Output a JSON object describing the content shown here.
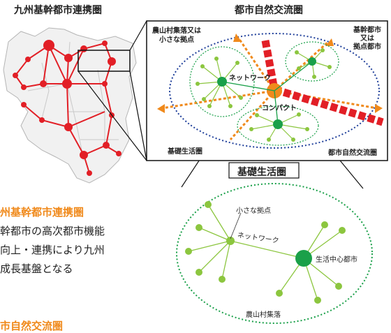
{
  "map_panel": {
    "title": "九州基幹都市連携圏"
  },
  "urban_panel": {
    "title": "都市自然交流圏",
    "label_rural": "農山村集落又は\n小さな拠点",
    "label_base_city": "基幹都市\n又は\n拠点都市",
    "label_network": "ネットワーク",
    "label_compact": "コンパクト",
    "label_basic_area": "基礎生活圏",
    "label_exchange_area": "都市自然交流圏"
  },
  "basic_panel": {
    "title": "基礎生活圏",
    "label_small_hub": "小さな拠点",
    "label_network": "ネットワーク",
    "label_center_city": "生活中心都市",
    "label_rural": "農山村集落"
  },
  "text_block": {
    "heading1": "州基幹都市連携圏",
    "line1": "幹都市の高次都市機能",
    "line2": "向上・連携により九州",
    "line3": "成長基盤となる",
    "heading2": "市自然交流圏"
  },
  "colors": {
    "accent_orange": "#f08a1c",
    "node_red": "#e21f26",
    "node_green": "#1aa049",
    "node_lightgreen": "#8cc63f",
    "boundary_blue": "#1f3f9a"
  }
}
